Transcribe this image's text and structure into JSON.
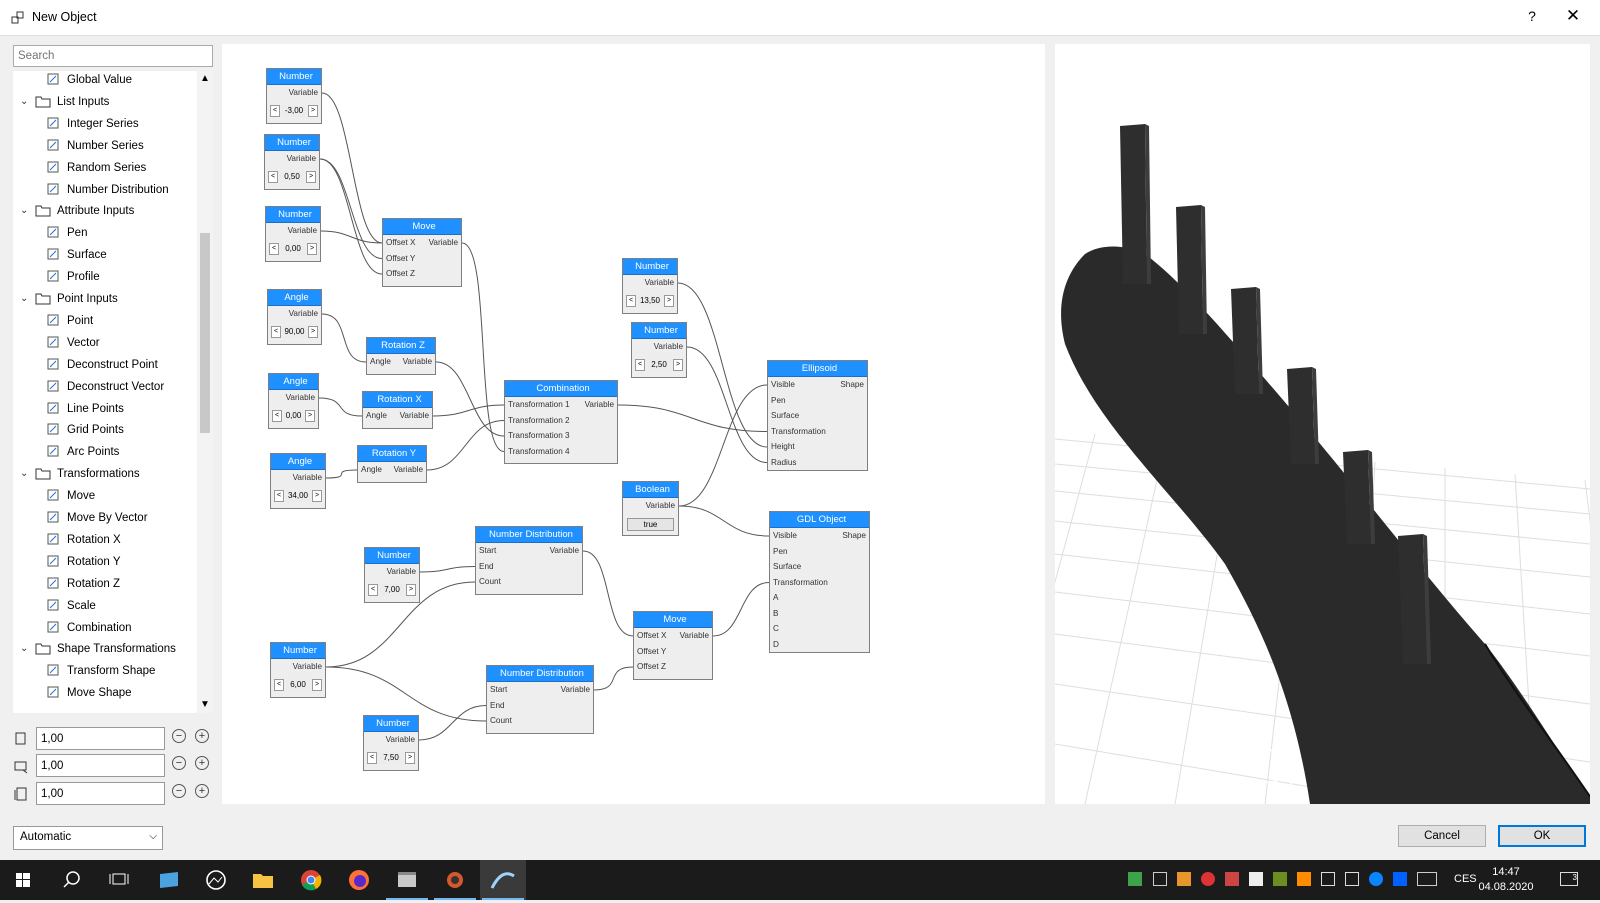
{
  "window": {
    "title": "New Object",
    "help": "?",
    "close": "✕"
  },
  "search": {
    "placeholder": "Search"
  },
  "tree": [
    {
      "label": "Global Value",
      "level": 1,
      "icon": "global-value-icon"
    },
    {
      "label": "List Inputs",
      "level": 0,
      "icon": "folder-icon",
      "expanded": true
    },
    {
      "label": "Integer Series",
      "level": 1,
      "icon": "integer-series-icon"
    },
    {
      "label": "Number Series",
      "level": 1,
      "icon": "number-series-icon"
    },
    {
      "label": "Random Series",
      "level": 1,
      "icon": "random-series-icon"
    },
    {
      "label": "Number Distribution",
      "level": 1,
      "icon": "number-distribution-icon"
    },
    {
      "label": "Attribute Inputs",
      "level": 0,
      "icon": "folder-icon",
      "expanded": true
    },
    {
      "label": "Pen",
      "level": 1,
      "icon": "pen-icon"
    },
    {
      "label": "Surface",
      "level": 1,
      "icon": "surface-icon"
    },
    {
      "label": "Profile",
      "level": 1,
      "icon": "profile-icon"
    },
    {
      "label": "Point Inputs",
      "level": 0,
      "icon": "folder-icon",
      "expanded": true
    },
    {
      "label": "Point",
      "level": 1,
      "icon": "point-icon"
    },
    {
      "label": "Vector",
      "level": 1,
      "icon": "vector-icon"
    },
    {
      "label": "Deconstruct Point",
      "level": 1,
      "icon": "deconstruct-point-icon"
    },
    {
      "label": "Deconstruct Vector",
      "level": 1,
      "icon": "deconstruct-vector-icon"
    },
    {
      "label": "Line Points",
      "level": 1,
      "icon": "line-points-icon"
    },
    {
      "label": "Grid Points",
      "level": 1,
      "icon": "grid-points-icon"
    },
    {
      "label": "Arc Points",
      "level": 1,
      "icon": "arc-points-icon"
    },
    {
      "label": "Transformations",
      "level": 0,
      "icon": "folder-icon",
      "expanded": true
    },
    {
      "label": "Move",
      "level": 1,
      "icon": "move-icon"
    },
    {
      "label": "Move By Vector",
      "level": 1,
      "icon": "move-by-vector-icon"
    },
    {
      "label": "Rotation X",
      "level": 1,
      "icon": "rotation-x-icon"
    },
    {
      "label": "Rotation Y",
      "level": 1,
      "icon": "rotation-y-icon"
    },
    {
      "label": "Rotation Z",
      "level": 1,
      "icon": "rotation-z-icon"
    },
    {
      "label": "Scale",
      "level": 1,
      "icon": "scale-icon"
    },
    {
      "label": "Combination",
      "level": 1,
      "icon": "combination-icon"
    },
    {
      "label": "Shape Transformations",
      "level": 0,
      "icon": "folder-icon",
      "expanded": true
    },
    {
      "label": "Transform Shape",
      "level": 1,
      "icon": "transform-shape-icon"
    },
    {
      "label": "Move Shape",
      "level": 1,
      "icon": "move-shape-icon"
    }
  ],
  "size": {
    "x": "1,00",
    "y": "1,00",
    "z": "1,00"
  },
  "nodes": {
    "num1": {
      "title": "Number",
      "out": "Variable",
      "value": "-3,00"
    },
    "num2": {
      "title": "Number",
      "out": "Variable",
      "value": "0,50"
    },
    "num3": {
      "title": "Number",
      "out": "Variable",
      "value": "0,00"
    },
    "ang1": {
      "title": "Angle",
      "out": "Variable",
      "value": "90,00"
    },
    "ang2": {
      "title": "Angle",
      "out": "Variable",
      "value": "0,00"
    },
    "ang3": {
      "title": "Angle",
      "out": "Variable",
      "value": "34,00"
    },
    "move1": {
      "title": "Move",
      "in1": "Offset X",
      "in2": "Offset Y",
      "in3": "Offset Z",
      "out": "Variable"
    },
    "rotz": {
      "title": "Rotation Z",
      "in": "Angle",
      "out": "Variable"
    },
    "rotx": {
      "title": "Rotation X",
      "in": "Angle",
      "out": "Variable"
    },
    "roty": {
      "title": "Rotation Y",
      "in": "Angle",
      "out": "Variable"
    },
    "comb": {
      "title": "Combination",
      "in1": "Transformation 1",
      "in2": "Transformation 2",
      "in3": "Transformation 3",
      "in4": "Transformation 4",
      "out": "Variable"
    },
    "num4": {
      "title": "Number",
      "out": "Variable",
      "value": "13,50"
    },
    "num5": {
      "title": "Number",
      "out": "Variable",
      "value": "2,50"
    },
    "ellipsoid": {
      "title": "Ellipsoid",
      "in1": "Visible",
      "in2": "Pen",
      "in3": "Surface",
      "in4": "Transformation",
      "in5": "Height",
      "in6": "Radius",
      "out": "Shape"
    },
    "bool": {
      "title": "Boolean",
      "out": "Variable",
      "value": "true"
    },
    "gdl": {
      "title": "GDL Object",
      "in1": "Visible",
      "in2": "Pen",
      "in3": "Surface",
      "in4": "Transformation",
      "in5": "A",
      "in6": "B",
      "in7": "C",
      "in8": "D",
      "out": "Shape"
    },
    "nd1": {
      "title": "Number Distribution",
      "in1": "Start",
      "in2": "End",
      "in3": "Count",
      "out": "Variable"
    },
    "nd2": {
      "title": "Number Distribution",
      "in1": "Start",
      "in2": "End",
      "in3": "Count",
      "out": "Variable"
    },
    "num6": {
      "title": "Number",
      "out": "Variable",
      "value": "7,00"
    },
    "num7": {
      "title": "Number",
      "out": "Variable",
      "value": "6,00"
    },
    "num8": {
      "title": "Number",
      "out": "Variable",
      "value": "7,50"
    },
    "move2": {
      "title": "Move",
      "in1": "Offset X",
      "in2": "Offset Y",
      "in3": "Offset Z",
      "out": "Variable"
    }
  },
  "footer": {
    "mode": "Automatic",
    "cancel": "Cancel",
    "ok": "OK"
  },
  "taskbar": {
    "lang": "CES",
    "time": "14:47",
    "date": "04.08.2020",
    "notifications": "3"
  },
  "colors": {
    "accent": "#1e90ff",
    "shape": "#2a2a2a",
    "grid": "#dcdcdc"
  }
}
